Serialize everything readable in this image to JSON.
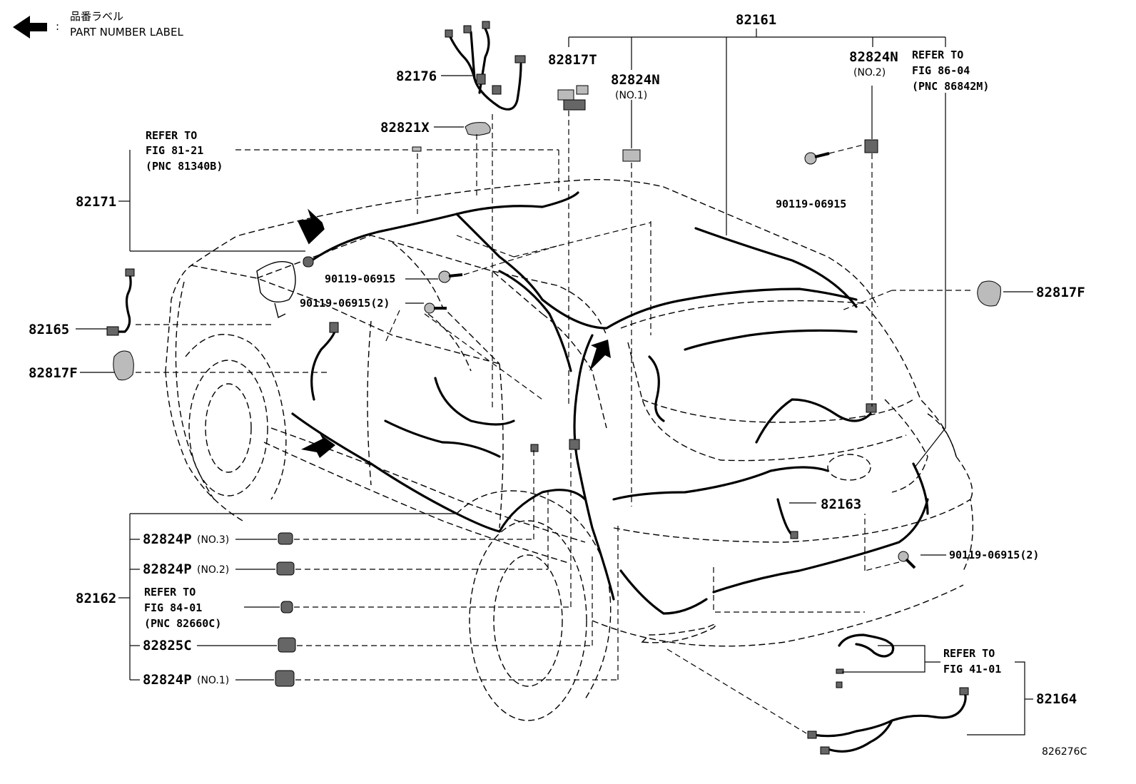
{
  "legend": {
    "label_jp": "品番ラベル",
    "label_en": "PART NUMBER LABEL",
    "separator": ":"
  },
  "parts": {
    "p82161": "82161",
    "p82176": "82176",
    "p82817T": "82817T",
    "p82824N_1": "82824N",
    "p82824N_1_sub": "(NO.1)",
    "p82824N_2": "82824N",
    "p82824N_2_sub": "(NO.2)",
    "p82821X": "82821X",
    "p82171": "82171",
    "p82165": "82165",
    "p82817F_left": "82817F",
    "p82817F_right": "82817F",
    "p90119_top_right": "90119-06915",
    "p90119_a": "90119-06915",
    "p90119_b": "90119-06915(2)",
    "p90119_c": "90119-06915(2)",
    "p82163": "82163",
    "p82162": "82162",
    "p82824P_3": "82824P",
    "p82824P_3_sub": "(NO.3)",
    "p82824P_2": "82824P",
    "p82824P_2_sub": "(NO.2)",
    "p82825C": "82825C",
    "p82824P_1": "82824P",
    "p82824P_1_sub": "(NO.1)",
    "p82164": "82164"
  },
  "refs": {
    "ref_81_21": [
      "REFER TO",
      "FIG 81-21",
      "(PNC 81340B)"
    ],
    "ref_86_04": [
      "REFER TO",
      "FIG 86-04",
      "(PNC 86842M)"
    ],
    "ref_84_01": [
      "REFER TO",
      "FIG 84-01",
      "(PNC 82660C)"
    ],
    "ref_41_01": [
      "REFER TO",
      "FIG 41-01"
    ]
  },
  "figure_id": "826276C"
}
